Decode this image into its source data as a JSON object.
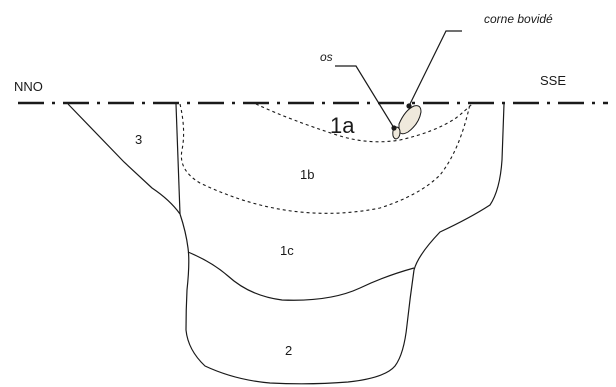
{
  "orientation": {
    "left": "NNO",
    "right": "SSE"
  },
  "layers": {
    "l3": "3",
    "l1a": "1a",
    "l1b": "1b",
    "l1c": "1c",
    "l2": "2"
  },
  "annotations": {
    "bone": "os",
    "horn": "corne bovidé"
  },
  "colors": {
    "ink": "#1a1a1a",
    "horn_fill": "#efe9dc"
  }
}
